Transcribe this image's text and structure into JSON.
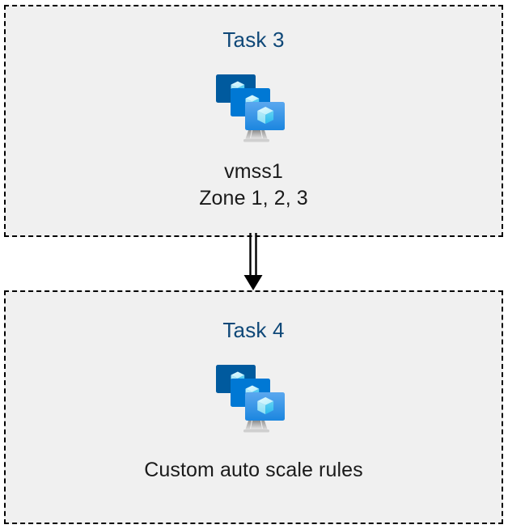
{
  "diagram": {
    "type": "flow-diagram",
    "background_color": "#ffffff",
    "box_fill_color": "#f0f0f0",
    "box_border_color": "#000000",
    "box_border_style": "dashed",
    "title_color": "#0f4878",
    "caption_color": "#1a1a1a",
    "nodes": [
      {
        "id": "task-3",
        "title": "Task 3",
        "icon": "virtual-machine-scale-set-icon",
        "captions": [
          "vmss1",
          "Zone 1, 2, 3"
        ]
      },
      {
        "id": "task-4",
        "title": "Task 4",
        "icon": "virtual-machine-scale-set-icon",
        "captions": [
          "Custom auto scale rules"
        ]
      }
    ],
    "connectors": [
      {
        "id": "task3-to-task4",
        "from": "task-3",
        "to": "task-4",
        "style": "double-line-with-solid-arrowhead",
        "direction": "down",
        "color": "#000000"
      }
    ]
  },
  "icon_colors": {
    "monitor_back": "#005A9E",
    "monitor_middle": "#0078D4",
    "monitor_front_top": "#50A6EE",
    "monitor_front_bottom": "#1E8BE0",
    "cube_light": "#C3F1FB",
    "cube_mid": "#9BE3F7",
    "cube_dark": "#32C5F4",
    "stand_light": "#EFEFEF",
    "stand_dark": "#9A9A9A"
  }
}
